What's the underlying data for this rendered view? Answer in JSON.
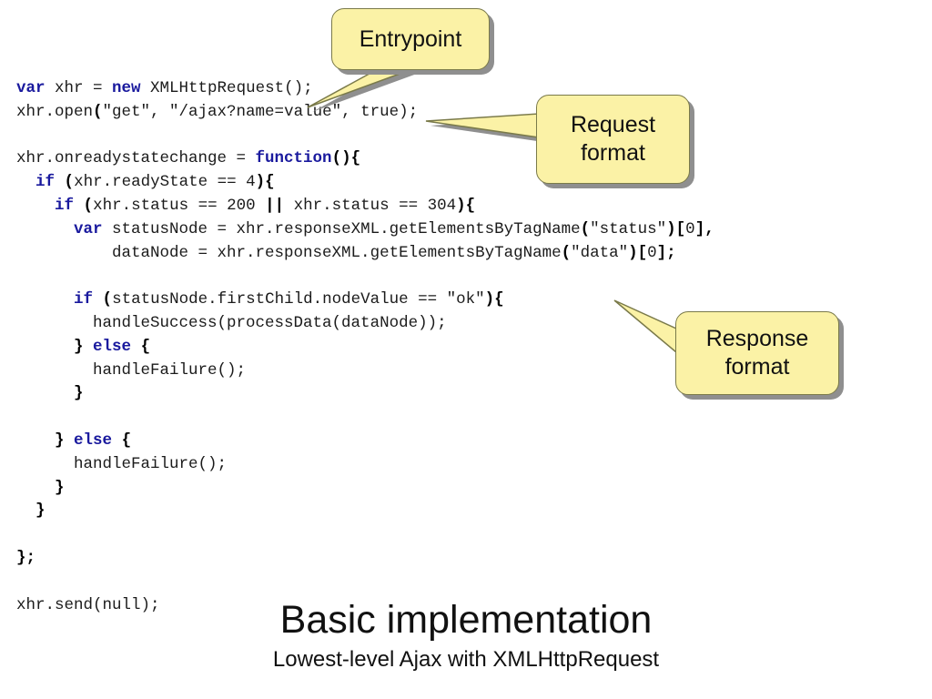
{
  "code_lines": [
    [
      {
        "t": "var",
        "k": "kw"
      },
      {
        "t": " xhr = "
      },
      {
        "t": "new",
        "k": "kw"
      },
      {
        "t": " XMLHttpRequest();"
      }
    ],
    [
      {
        "t": "xhr.open"
      },
      {
        "t": "(",
        "k": "op"
      },
      {
        "t": "\"get\", \"/ajax?name=value\", true);"
      }
    ],
    [],
    [
      {
        "t": "xhr.onreadystatechange = "
      },
      {
        "t": "function",
        "k": "kw"
      },
      {
        "t": "(){",
        "k": "op"
      }
    ],
    [
      {
        "t": "  "
      },
      {
        "t": "if",
        "k": "kw"
      },
      {
        "t": " "
      },
      {
        "t": "(",
        "k": "op"
      },
      {
        "t": "xhr.readyState == 4"
      },
      {
        "t": "){",
        "k": "op"
      }
    ],
    [
      {
        "t": "    "
      },
      {
        "t": "if",
        "k": "kw"
      },
      {
        "t": " "
      },
      {
        "t": "(",
        "k": "op"
      },
      {
        "t": "xhr.status == 200 "
      },
      {
        "t": "||",
        "k": "op"
      },
      {
        "t": " xhr.status == 304"
      },
      {
        "t": "){",
        "k": "op"
      }
    ],
    [
      {
        "t": "      "
      },
      {
        "t": "var",
        "k": "kw"
      },
      {
        "t": " statusNode = xhr.responseXML.getElementsByTagName"
      },
      {
        "t": "(",
        "k": "op"
      },
      {
        "t": "\"status\""
      },
      {
        "t": ")[",
        "k": "op"
      },
      {
        "t": "0"
      },
      {
        "t": "],",
        "k": "op"
      }
    ],
    [
      {
        "t": "          dataNode = xhr.responseXML.getElementsByTagName"
      },
      {
        "t": "(",
        "k": "op"
      },
      {
        "t": "\"data\""
      },
      {
        "t": ")[",
        "k": "op"
      },
      {
        "t": "0"
      },
      {
        "t": "];",
        "k": "op"
      }
    ],
    [],
    [
      {
        "t": "      "
      },
      {
        "t": "if",
        "k": "kw"
      },
      {
        "t": " "
      },
      {
        "t": "(",
        "k": "op"
      },
      {
        "t": "statusNode.firstChild.nodeValue == \"ok\""
      },
      {
        "t": "){",
        "k": "op"
      }
    ],
    [
      {
        "t": "        handleSuccess(processData(dataNode));"
      }
    ],
    [
      {
        "t": "      "
      },
      {
        "t": "}",
        "k": "op"
      },
      {
        "t": " "
      },
      {
        "t": "else",
        "k": "kw"
      },
      {
        "t": " "
      },
      {
        "t": "{",
        "k": "op"
      }
    ],
    [
      {
        "t": "        handleFailure();"
      }
    ],
    [
      {
        "t": "      "
      },
      {
        "t": "}",
        "k": "op"
      }
    ],
    [],
    [
      {
        "t": "    "
      },
      {
        "t": "}",
        "k": "op"
      },
      {
        "t": " "
      },
      {
        "t": "else",
        "k": "kw"
      },
      {
        "t": " "
      },
      {
        "t": "{",
        "k": "op"
      }
    ],
    [
      {
        "t": "      handleFailure();"
      }
    ],
    [
      {
        "t": "    "
      },
      {
        "t": "}",
        "k": "op"
      }
    ],
    [
      {
        "t": "  "
      },
      {
        "t": "}",
        "k": "op"
      }
    ],
    [],
    [
      {
        "t": "};",
        "k": "op"
      }
    ],
    [],
    [
      {
        "t": "xhr.send(null);"
      }
    ]
  ],
  "callouts": {
    "entrypoint": "Entrypoint",
    "request": "Request\nformat",
    "response": "Response\nformat"
  },
  "slide": {
    "title": "Basic implementation",
    "subtitle": "Lowest-level Ajax with XMLHttpRequest"
  },
  "colors": {
    "keyword": "#1a1a9e",
    "callout_fill": "#fbf2a6",
    "callout_shadow": "#8f8f8f"
  }
}
